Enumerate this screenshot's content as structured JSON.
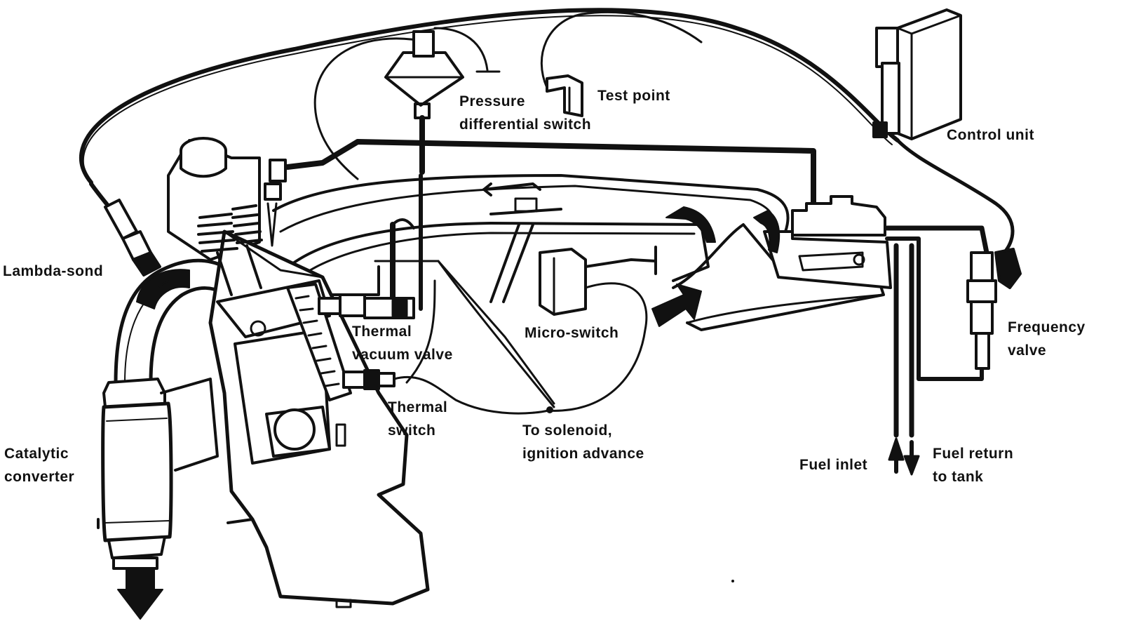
{
  "labels": {
    "pressure": [
      "Pressure",
      "differential switch"
    ],
    "test_point": [
      "Test point"
    ],
    "control_unit": [
      "Control unit"
    ],
    "lambda": [
      "Lambda-sond"
    ],
    "frequency_valve": [
      "Frequency",
      "valve"
    ],
    "thermal_vacuum_valve": [
      "Thermal",
      "vacuum valve"
    ],
    "micro_switch": [
      "Micro-switch"
    ],
    "thermal_switch": [
      "Thermal",
      "switch"
    ],
    "solenoid": [
      "To solenoid,",
      "ignition advance"
    ],
    "catalytic": [
      "Catalytic",
      "converter"
    ],
    "fuel_inlet": [
      "Fuel inlet"
    ],
    "fuel_return": [
      "Fuel return",
      "to tank"
    ]
  },
  "colors": {
    "ink": "#111111",
    "paper": "#ffffff"
  }
}
